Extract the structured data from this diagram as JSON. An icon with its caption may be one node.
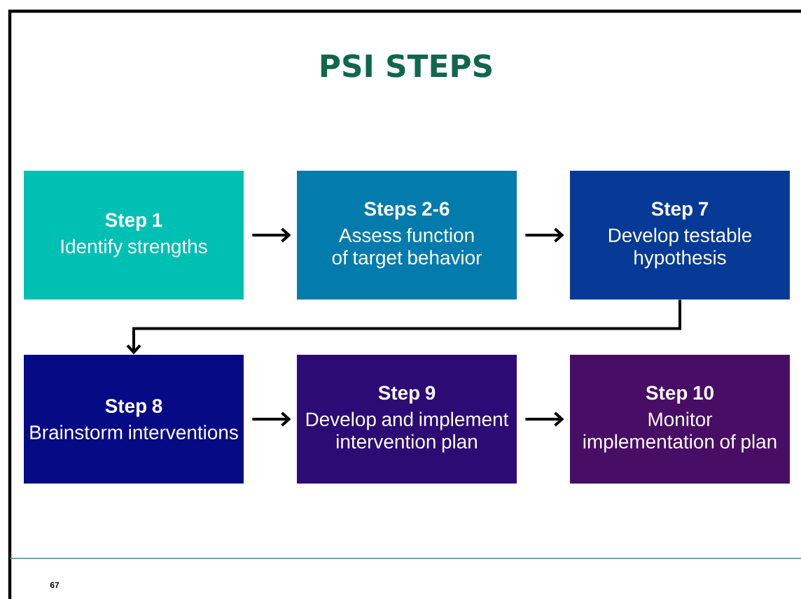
{
  "diagram": {
    "title": "PSI STEPS",
    "nodes": [
      {
        "text": [
          "Step 1",
          "Identify strengths"
        ]
      },
      {
        "text": [
          "Steps 2-6",
          "Assess function of target behavior"
        ]
      },
      {
        "text": [
          "Step 7",
          "Develop testable hypothesis"
        ]
      },
      {
        "text": [
          "Step 8",
          "Brainstorm interventions"
        ]
      },
      {
        "text": [
          "Step 9",
          "Develop and implement intervention plan"
        ]
      },
      {
        "text": [
          "Step 10",
          "Monitor implementation of plan"
        ]
      }
    ],
    "edges": [
      {
        "from": 0,
        "to": 1,
        "arrow": "to"
      },
      {
        "from": 1,
        "to": 2,
        "arrow": "to"
      },
      {
        "from": 2,
        "to": 3,
        "arrow": "to"
      },
      {
        "from": 3,
        "to": 4,
        "arrow": "to"
      },
      {
        "from": 4,
        "to": 5,
        "arrow": "to"
      }
    ],
    "labels": [
      "67"
    ]
  }
}
